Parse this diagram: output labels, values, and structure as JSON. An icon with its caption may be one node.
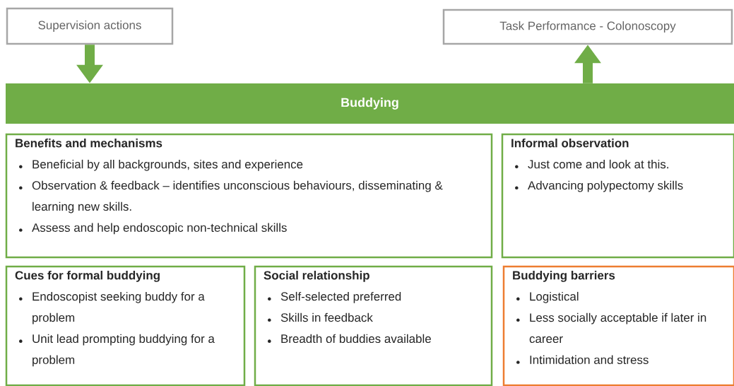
{
  "diagram": {
    "nodes": [
      {
        "text": [
          "Supervision actions"
        ]
      },
      {
        "text": [
          "Task Performance - Colonoscopy"
        ]
      },
      {
        "text": [
          "Buddying"
        ]
      },
      {
        "text": [
          "Benefits and mechanisms",
          "Beneficial by all backgrounds, sites and experience",
          "Observation & feedback – identifies unconscious behaviours, disseminating & learning new skills.",
          "Assess and help endoscopic non-technical skills"
        ]
      },
      {
        "text": [
          "Informal observation",
          "Just come and look at this.",
          "Advancing polypectomy skills"
        ]
      },
      {
        "text": [
          "Cues for formal buddying",
          "Endoscopist seeking buddy for a problem",
          "Unit lead prompting buddying for a problem"
        ]
      },
      {
        "text": [
          "Social relationship",
          "Self-selected preferred",
          "Skills in feedback",
          "Breadth of buddies available"
        ]
      },
      {
        "text": [
          "Buddying barriers",
          "Logistical",
          "Less socially acceptable if later in career",
          "Intimidation and stress"
        ]
      }
    ],
    "edges": [
      {
        "from": 0,
        "to": 2,
        "arrow": "to"
      },
      {
        "from": 2,
        "to": 1,
        "arrow": "to"
      }
    ]
  }
}
